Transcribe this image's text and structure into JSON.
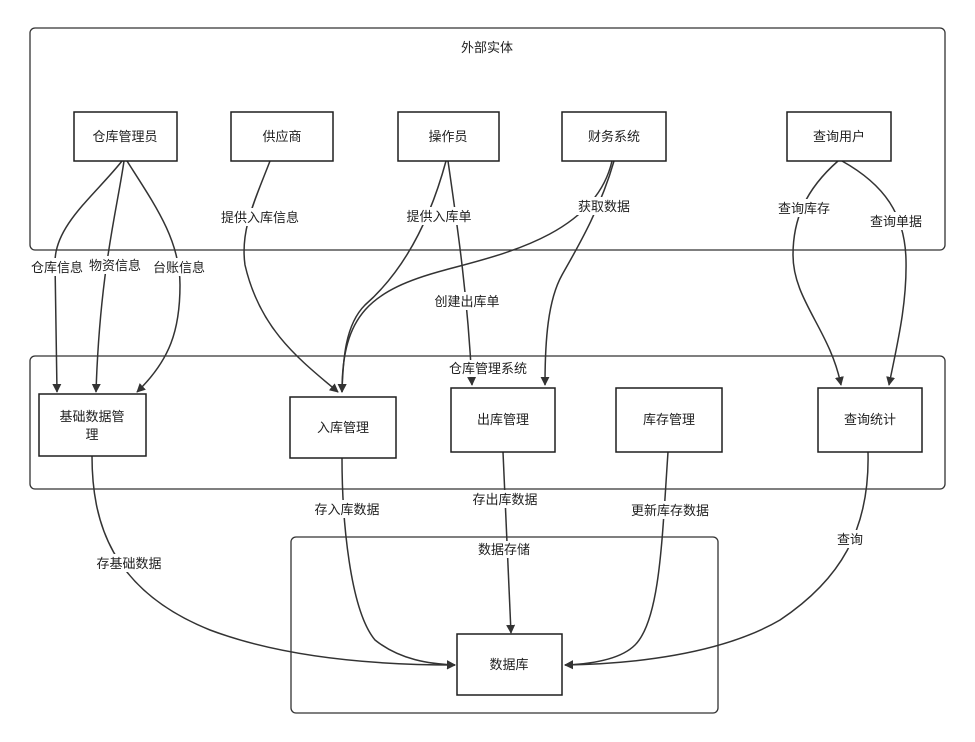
{
  "groups": {
    "external": "外部实体",
    "system": "仓库管理系统",
    "storage": "数据存储"
  },
  "nodes": {
    "warehouse_admin": "仓库管理员",
    "supplier": "供应商",
    "operator": "操作员",
    "finance_system": "财务系统",
    "query_user": "查询用户",
    "basic_data_line1": "基础数据管",
    "basic_data_line2": "理",
    "inbound": "入库管理",
    "outbound": "出库管理",
    "inventory": "库存管理",
    "query_stats": "查询统计",
    "database": "数据库"
  },
  "edges": {
    "warehouse_info": "仓库信息",
    "material_info": "物资信息",
    "ledger_info": "台账信息",
    "supply_inbound_info": "提供入库信息",
    "supply_inbound_slip": "提供入库单",
    "create_outbound_slip": "创建出库单",
    "get_data": "获取数据",
    "query_stock": "查询库存",
    "query_slip": "查询单据",
    "store_basic_data": "存基础数据",
    "store_inbound_data": "存入库数据",
    "store_outbound_data": "存出库数据",
    "update_stock_data": "更新库存数据",
    "query": "查询"
  }
}
